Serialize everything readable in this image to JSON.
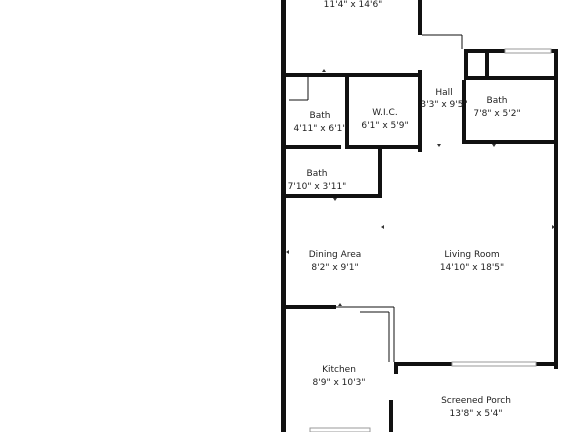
{
  "rooms": {
    "top_room": {
      "dims": "11'4\" x 14'6\""
    },
    "hall": {
      "name": "Hall",
      "dims": "3'3\" x 9'5\""
    },
    "bath_right": {
      "name": "Bath",
      "dims": "7'8\" x 5'2\""
    },
    "bath_left": {
      "name": "Bath",
      "dims": "4'11\" x 6'1\""
    },
    "wic": {
      "name": "W.I.C.",
      "dims": "6'1\" x 5'9\""
    },
    "bath_lower": {
      "name": "Bath",
      "dims": "7'10\" x 3'11\""
    },
    "dining": {
      "name": "Dining Area",
      "dims": "8'2\" x 9'1\""
    },
    "living": {
      "name": "Living Room",
      "dims": "14'10\" x 18'5\""
    },
    "kitchen": {
      "name": "Kitchen",
      "dims": "8'9\" x 10'3\""
    },
    "porch": {
      "name": "Screened Porch",
      "dims": "13'8\" x 5'4\""
    }
  },
  "colors": {
    "wall": "#111111",
    "background": "#ffffff"
  }
}
